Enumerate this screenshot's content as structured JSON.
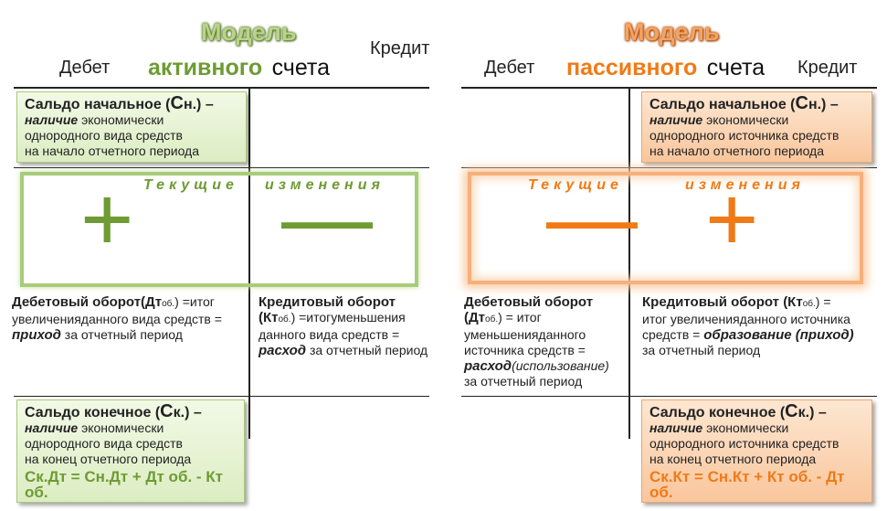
{
  "left": {
    "title": "Модель",
    "debit": "Дебет",
    "credit": "Кредит",
    "name_bold": "активного",
    "name_rest": "счета",
    "opening": {
      "head": "Сальдо начальное (",
      "sym": "С",
      "sub": "н.) –",
      "nal": "наличие",
      "line1": " экономически",
      "line2": "однородного вида средств",
      "line3": "на начало отчетного периода"
    },
    "current_changes_1": "Текущие",
    "current_changes_2": "изменения",
    "debit_sign": "+",
    "credit_sign": "—",
    "debit_turnover": {
      "head": "Дебетовый оборот(Дт",
      "sub": "об.",
      "tail": ") =итог",
      "line2": "увеличенияданного вида средств =",
      "bold": "приход",
      "line3": " за отчетный период"
    },
    "credit_turnover": {
      "head": "Кредитовый оборот",
      "line2a": "(Кт",
      "sub": "об.",
      "line2b": ") =итогуменьшения",
      "line3": "данного вида средств  =",
      "bold": "расход",
      "line4": " за отчетный период"
    },
    "closing": {
      "head": "Сальдо конечное  (",
      "sym": "С",
      "sub": "к.) –",
      "nal": "наличие",
      "line1": " экономически",
      "line2": "однородного вида средств",
      "line3": "на конец отчетного  периода",
      "formula": "Ск.Дт = Сн.Дт + Дт об. - Кт об."
    }
  },
  "right": {
    "title": "Модель",
    "debit": "Дебет",
    "credit": "Кредит",
    "name_bold": "пассивного",
    "name_rest": "счета",
    "opening": {
      "head": "Сальдо начальное (",
      "sym": "С",
      "sub": "н.) –",
      "nal": "наличие",
      "line1": " экономически",
      "line2": "однородного источника средств",
      "line3": "на начало отчетного периода"
    },
    "current_changes_1": "Текущие",
    "current_changes_2": "изменения",
    "debit_sign": "—",
    "credit_sign": "+",
    "debit_turnover": {
      "head": "Дебетовый оборот",
      "line2a": "(Дт",
      "sub": "об.",
      "line2b": ") = итог",
      "line3": "уменьшенияданного",
      "line4": "источника средств =",
      "bold": "расход",
      "line5": "(использование)",
      "line6": "за отчетный период"
    },
    "credit_turnover": {
      "head": "Кредитовый оборот (Кт",
      "sub": "об.",
      "tail": ") =",
      "line2": "итог увеличенияданного источника",
      "line3a": "средств = ",
      "bold": "образование  (приход)",
      "line4": "за отчетный период"
    },
    "closing": {
      "head": "Сальдо конечное  (",
      "sym": "С",
      "sub": "к.) –",
      "nal": "наличие",
      "line1": " экономически",
      "line2": "однородного источника средств",
      "line3": "на конец отчетного  периода",
      "formula": "Ск.Кт = Сн.Кт + Кт об. - Дт об."
    }
  },
  "colors": {
    "green": "#6e9b33",
    "orange": "#f07a16"
  }
}
